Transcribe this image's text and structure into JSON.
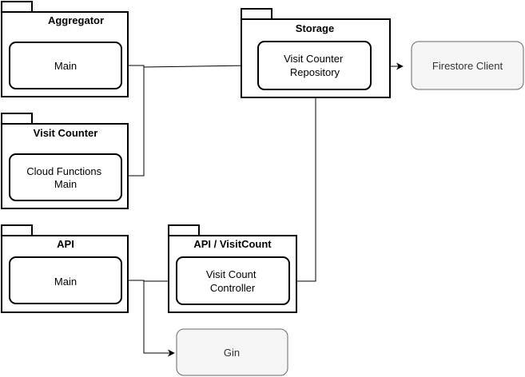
{
  "packages": {
    "aggregator": {
      "title": "Aggregator",
      "node": [
        "Main"
      ]
    },
    "visit_counter": {
      "title": "Visit Counter",
      "node": [
        "Cloud Functions",
        "Main"
      ]
    },
    "api": {
      "title": "API",
      "node": [
        "Main"
      ]
    },
    "storage": {
      "title": "Storage",
      "node": [
        "Visit Counter",
        "Repository"
      ]
    },
    "api_visitcount": {
      "title": "API / VisitCount",
      "node": [
        "Visit Count",
        "Controller"
      ]
    }
  },
  "externals": {
    "firestore": "Firestore Client",
    "gin": "Gin"
  },
  "colors": {
    "stroke": "#000000",
    "external_fill": "#f5f5f5",
    "external_stroke": "#666666",
    "external_text": "#333333"
  }
}
